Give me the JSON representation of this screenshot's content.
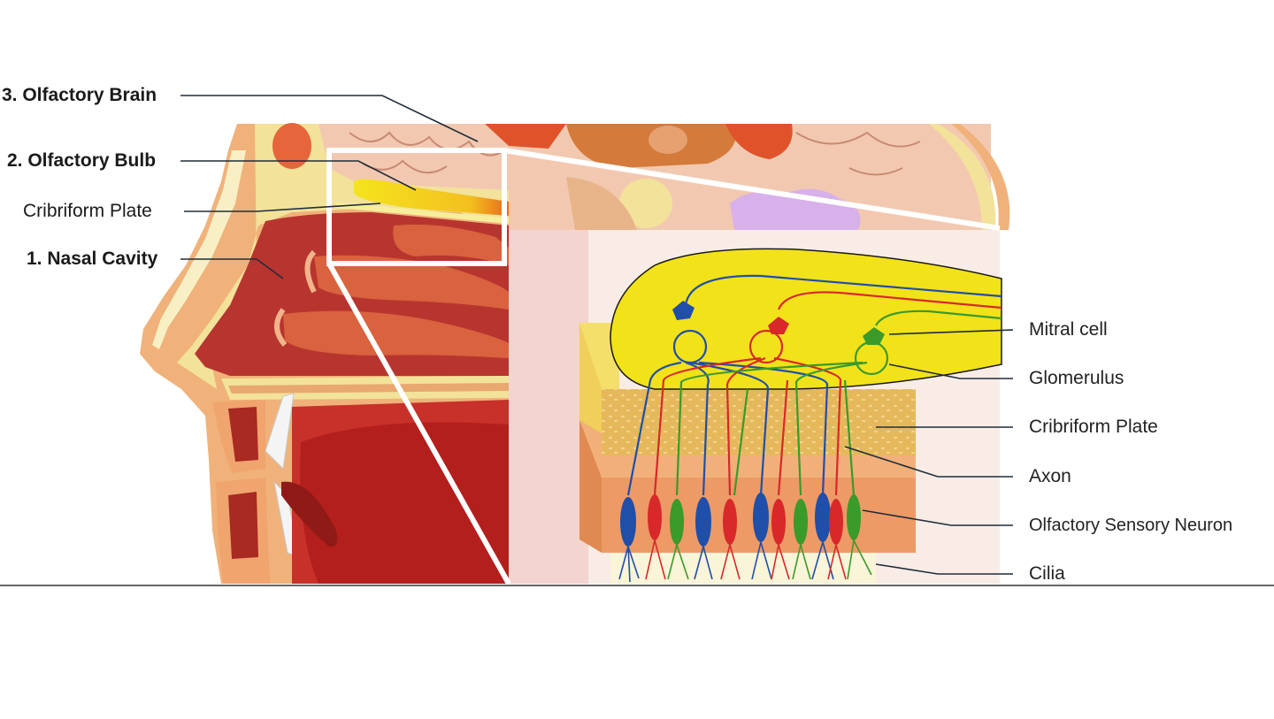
{
  "left_labels": {
    "olfactory_brain": "3. Olfactory Brain",
    "olfactory_bulb": "2. Olfactory Bulb",
    "cribriform_plate": "Cribriform Plate",
    "nasal_cavity": "1. Nasal Cavity"
  },
  "right_labels": {
    "mitral_cell": "Mitral cell",
    "glomerulus": "Glomerulus",
    "cribriform_plate": "Cribriform Plate",
    "axon": "Axon",
    "olfactory_sensory_neuron": "Olfactory Sensory Neuron",
    "cilia": "Cilia"
  },
  "colors": {
    "skin": "#f0b880",
    "nasal_cavity": "#b8352f",
    "brain": "#f2c9b0",
    "bulb": "#f2e21a",
    "plate": "#e8b85a",
    "epithelium": "#ee9a66",
    "neuron_blue": "#1f4fa8",
    "neuron_red": "#d8282a",
    "neuron_green": "#3a9a2a",
    "leader_line": "#1f2d3a"
  }
}
